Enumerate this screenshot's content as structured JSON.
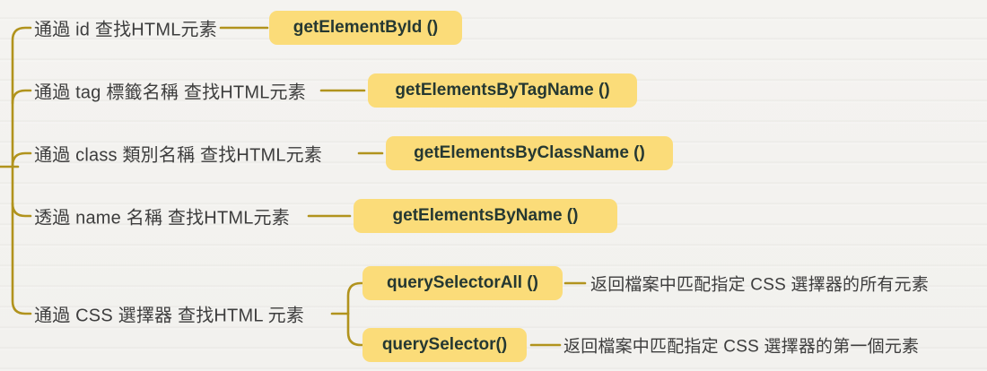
{
  "diagram": {
    "title_hint": "DOM element lookup mind map",
    "colors": {
      "branch_line": "#b1931d",
      "topic_fill": "#fbdc79",
      "topic_text": "#253832",
      "label_text": "#3d3d3d",
      "background": "#f3f2ef"
    },
    "branches": [
      {
        "label": "通過 id 查找HTML元素",
        "method": "getElementById ()"
      },
      {
        "label": "通過 tag 標籤名稱 查找HTML元素",
        "method": "getElementsByTagName ()"
      },
      {
        "label": "通過 class 類別名稱 查找HTML元素",
        "method": "getElementsByClassName ()"
      },
      {
        "label": "透過 name 名稱 查找HTML元素",
        "method": "getElementsByName ()"
      },
      {
        "label": "通過 CSS 選擇器 查找HTML 元素",
        "children": [
          {
            "method": "querySelectorAll ()",
            "description": "返回檔案中匹配指定 CSS 選擇器的所有元素"
          },
          {
            "method": "querySelector()",
            "description": "返回檔案中匹配指定 CSS 選擇器的第一個元素"
          }
        ]
      }
    ]
  }
}
